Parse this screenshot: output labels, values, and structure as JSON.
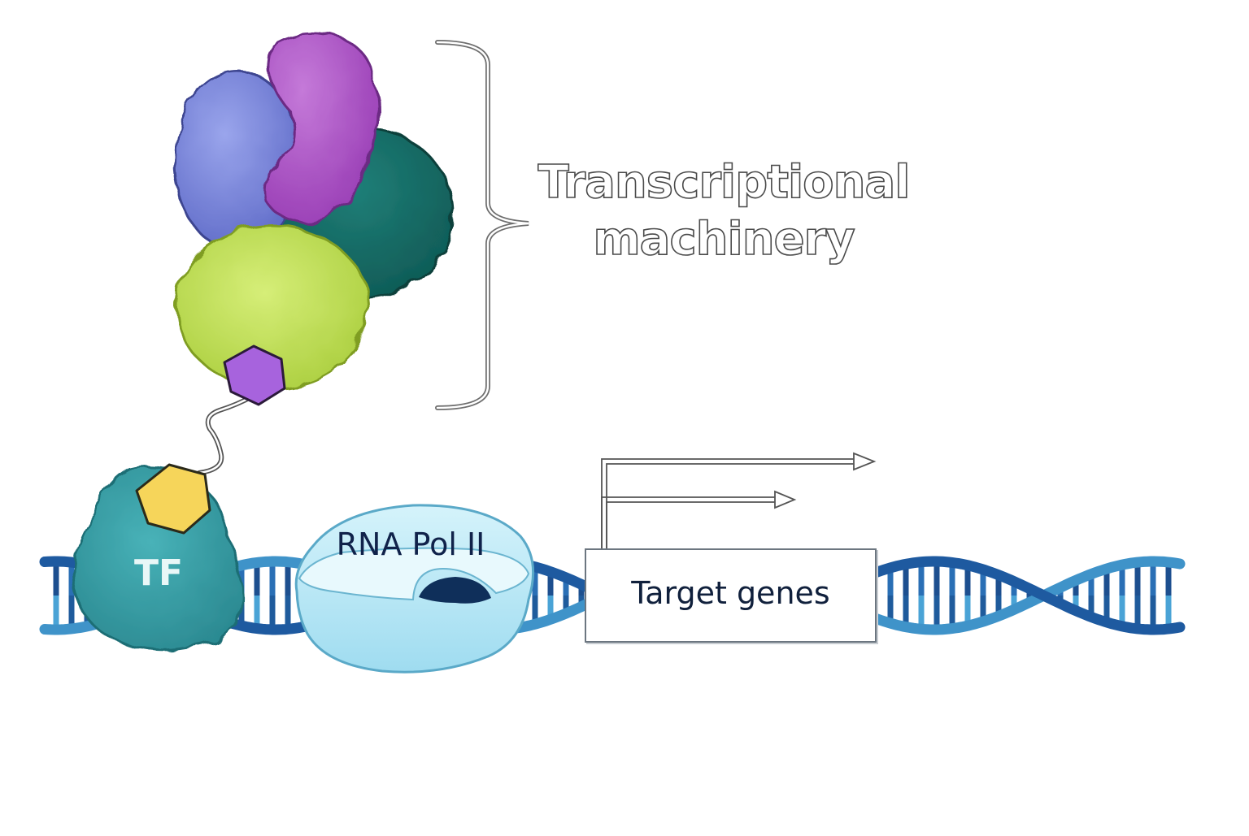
{
  "labels": {
    "machinery": "Transcriptional machinery",
    "tf": "TF",
    "pol": "RNA Pol II",
    "genes": "Target genes"
  },
  "colors": {
    "machinery_blue": "#7a86d8",
    "machinery_magenta": "#a84fc3",
    "machinery_teal": "#146c66",
    "machinery_lime": "#c4e256",
    "hexagon_purple": "#a763dd",
    "hexagon_yellow": "#f6d55a",
    "tf_teal": "#3a9ea6",
    "pol_cyan": "#bfeaf5",
    "dna_dark": "#1e5aa0",
    "dna_light": "#3f93c9"
  }
}
